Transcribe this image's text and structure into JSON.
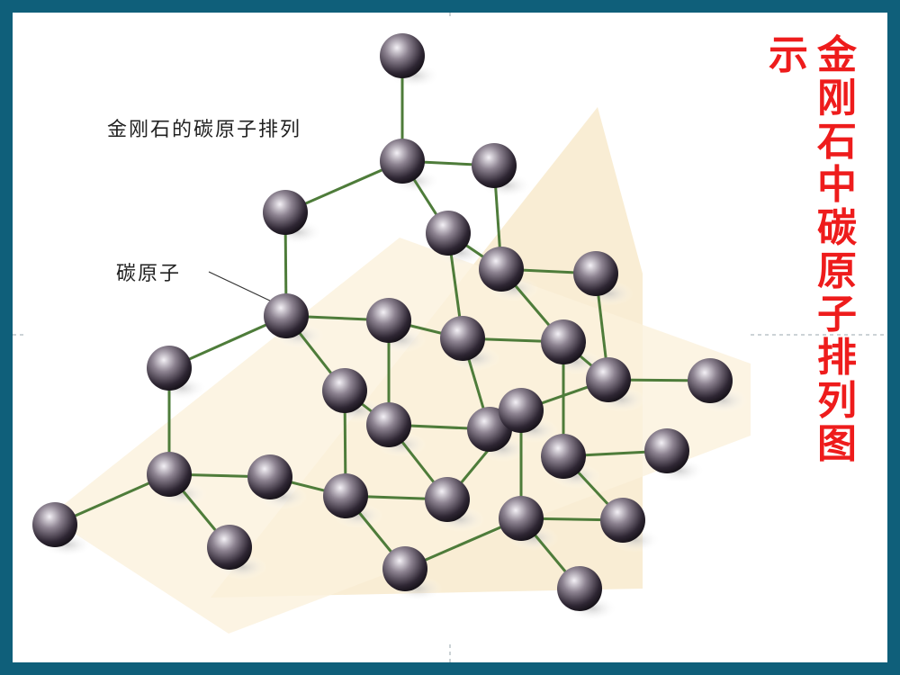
{
  "slide": {
    "frame_color": "#0f5f7a",
    "background": "#ffffff",
    "title_color": "#ee1c1c"
  },
  "title": {
    "column1": "金刚石中碳原子排列图",
    "column2": "示"
  },
  "diagram": {
    "caption": "金刚石的碳原子排列",
    "atom_label": "碳原子",
    "bond_color": "#4e7c3a",
    "atom_color": "#2a2330"
  }
}
